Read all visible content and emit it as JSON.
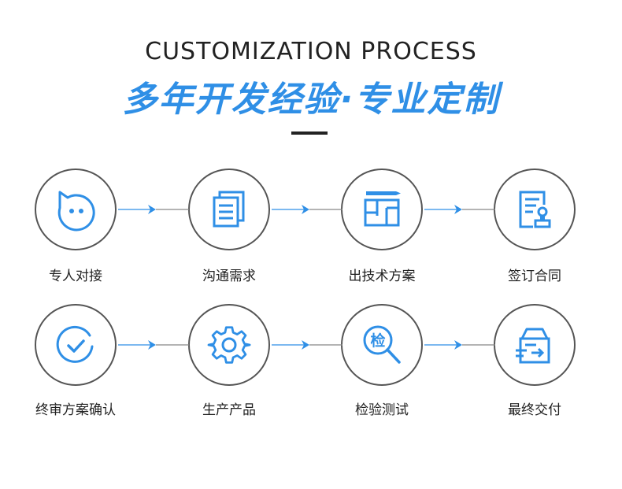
{
  "header": {
    "title_en": "CUSTOMIZATION PROCESS",
    "title_cn": "多年开发经验·专业定制"
  },
  "colors": {
    "accent": "#2f8fe6",
    "ring": "#555555",
    "text": "#222222"
  },
  "steps": [
    {
      "label": "专人对接",
      "icon": "chat-bubble-icon"
    },
    {
      "label": "沟通需求",
      "icon": "documents-icon"
    },
    {
      "label": "出技术方案",
      "icon": "blueprint-icon"
    },
    {
      "label": "签订合同",
      "icon": "contract-stamp-icon"
    },
    {
      "label": "终审方案确认",
      "icon": "check-circle-icon"
    },
    {
      "label": "生产产品",
      "icon": "gear-icon"
    },
    {
      "label": "检验测试",
      "icon": "inspect-magnifier-icon",
      "icon_text": "检"
    },
    {
      "label": "最终交付",
      "icon": "delivery-box-icon"
    }
  ]
}
